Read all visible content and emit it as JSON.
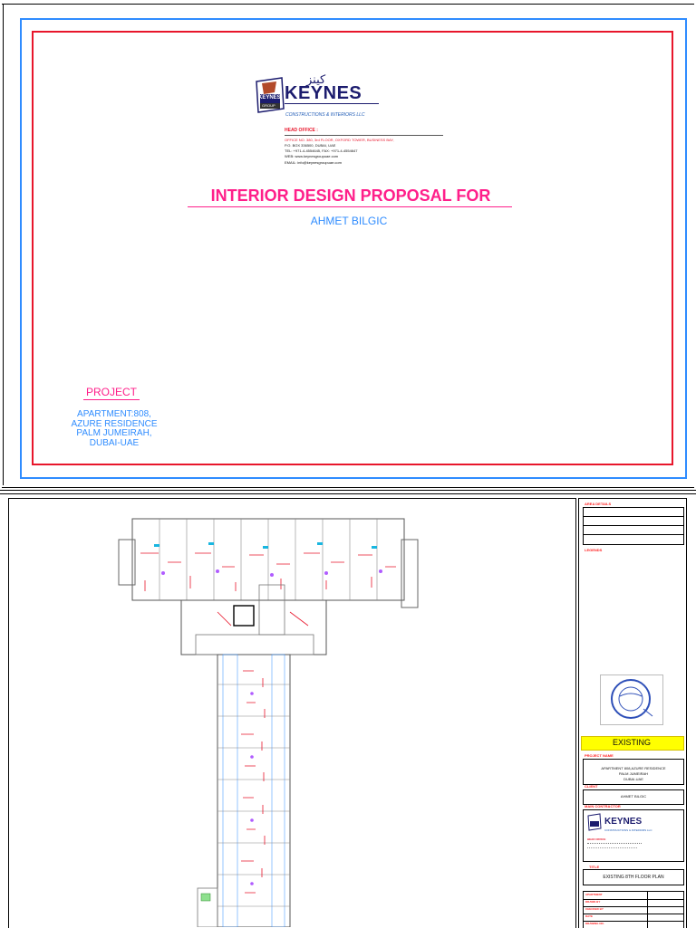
{
  "cover": {
    "logo": {
      "brand": "KEYNES",
      "arabic": "كينز",
      "tagline": "CONSTRUCTIONS & INTERIORS LLC",
      "badge_text": "KEYNES",
      "badge_sub": "GROUP"
    },
    "office": {
      "heading": "HEAD OFFICE :",
      "lines": [
        "OFFICE NO. 380, 3rd FLOOR, OXFORD TOWER, BUSINESS BAY,",
        "P.O. BOX 336500, DUBAI, UAE",
        "TEL: +971-4-4554645, FAX: +971-4-4554647",
        "WEB: www.keynesgroupuae.com",
        "EMAIL: info@keynesgroupuae.com"
      ]
    },
    "title": "INTERIOR DESIGN PROPOSAL FOR",
    "client": "AHMET BILGIC",
    "project_label": "PROJECT",
    "project_address": [
      "APARTMENT:808,",
      "AZURE RESIDENCE",
      "PALM JUMEIRAH,",
      "DUBAI-UAE"
    ]
  },
  "drawing": {
    "title_block": {
      "area_details_label": "AREA DETAILS",
      "legends_label": "LEGENDS",
      "status": "EXISTING",
      "project_name_label": "PROJECT NAME",
      "project_lines": [
        "APARTMENT 808,AZURE RESIDENCE",
        "PALM JUMEIRAH",
        "DUBAI-UAE"
      ],
      "client_label": "CLIENT",
      "client_name": "AHMET BILGIC",
      "contractor_label": "MAIN CONTRACTOR",
      "contractor_brand": "KEYNES",
      "contractor_tagline": "CONSTRUCTIONS & INTERIORS LLC",
      "contractor_office": "HEAD OFFICE",
      "title_label": "TITLE",
      "sheet_title": "EXISTING 8TH FLOOR PLAN",
      "table_labels": [
        "APARTMENT",
        "DRAWN BY",
        "CHECKED BY",
        "DATE",
        "DRAWING NO."
      ]
    }
  },
  "colors": {
    "blue_frame": "#2f8cff",
    "red_frame": "#e8162b",
    "title_pink": "#ff1f8a",
    "client_blue": "#2f8cff",
    "existing_yellow": "#ffff00"
  }
}
